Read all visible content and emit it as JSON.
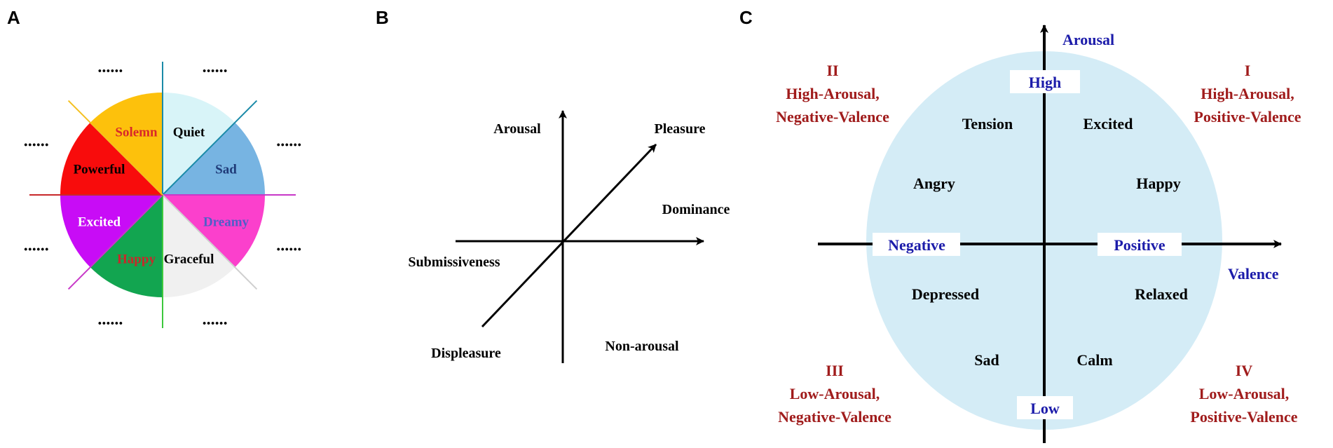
{
  "panels": {
    "a": {
      "letter": "A"
    },
    "b": {
      "letter": "B"
    },
    "c": {
      "letter": "C"
    }
  },
  "panel_a": {
    "ellipsis": "......",
    "segments": [
      {
        "label": "Quiet",
        "fill": "#d8f4f8",
        "text_color": "#000000",
        "line_color": "#1a8aa8"
      },
      {
        "label": "Sad",
        "fill": "#77b4e2",
        "text_color": "#1f3a78",
        "line_color": "#1a8aa8"
      },
      {
        "label": "Dreamy",
        "fill": "#fb40cc",
        "text_color": "#4f5ec8",
        "line_color": "#c838c8"
      },
      {
        "label": "Graceful",
        "fill": "#f0f0f0",
        "text_color": "#000000",
        "line_color": "#cfcfcf"
      },
      {
        "label": "Happy",
        "fill": "#12a550",
        "text_color": "#c8282a",
        "line_color": "#3cc83c"
      },
      {
        "label": "Excited",
        "fill": "#c80cf6",
        "text_color": "#ffffff",
        "line_color": "#c838c8"
      },
      {
        "label": "Powerful",
        "fill": "#f80c0c",
        "text_color": "#000000",
        "line_color": "#c8282a"
      },
      {
        "label": "Solemn",
        "fill": "#fdc10c",
        "text_color": "#d8282a",
        "line_color": "#f4c020"
      }
    ]
  },
  "panel_b": {
    "labels": {
      "arousal": "Arousal",
      "pleasure": "Pleasure",
      "dominance": "Dominance",
      "submissiveness": "Submissiveness",
      "displeasure": "Displeasure",
      "non_arousal": "Non-arousal"
    }
  },
  "panel_c": {
    "axis_y_label": "Arousal",
    "axis_x_label": "Valence",
    "box_high": "High",
    "box_low": "Low",
    "box_negative": "Negative",
    "box_positive": "Positive",
    "emotions": {
      "tension": "Tension",
      "excited": "Excited",
      "angry": "Angry",
      "happy": "Happy",
      "depressed": "Depressed",
      "relaxed": "Relaxed",
      "sad": "Sad",
      "calm": "Calm"
    },
    "quadrants": {
      "q1": {
        "numeral": "I",
        "line1": "High-Arousal,",
        "line2": "Positive-Valence"
      },
      "q2": {
        "numeral": "II",
        "line1": "High-Arousal,",
        "line2": "Negative-Valence"
      },
      "q3": {
        "numeral": "III",
        "line1": "Low-Arousal,",
        "line2": "Negative-Valence"
      },
      "q4": {
        "numeral": "IV",
        "line1": "Low-Arousal,",
        "line2": "Positive-Valence"
      }
    },
    "colors": {
      "circle": "#d4ecf6",
      "quadrant_text": "#a01c1c",
      "axis_text": "#1c1caa"
    }
  }
}
